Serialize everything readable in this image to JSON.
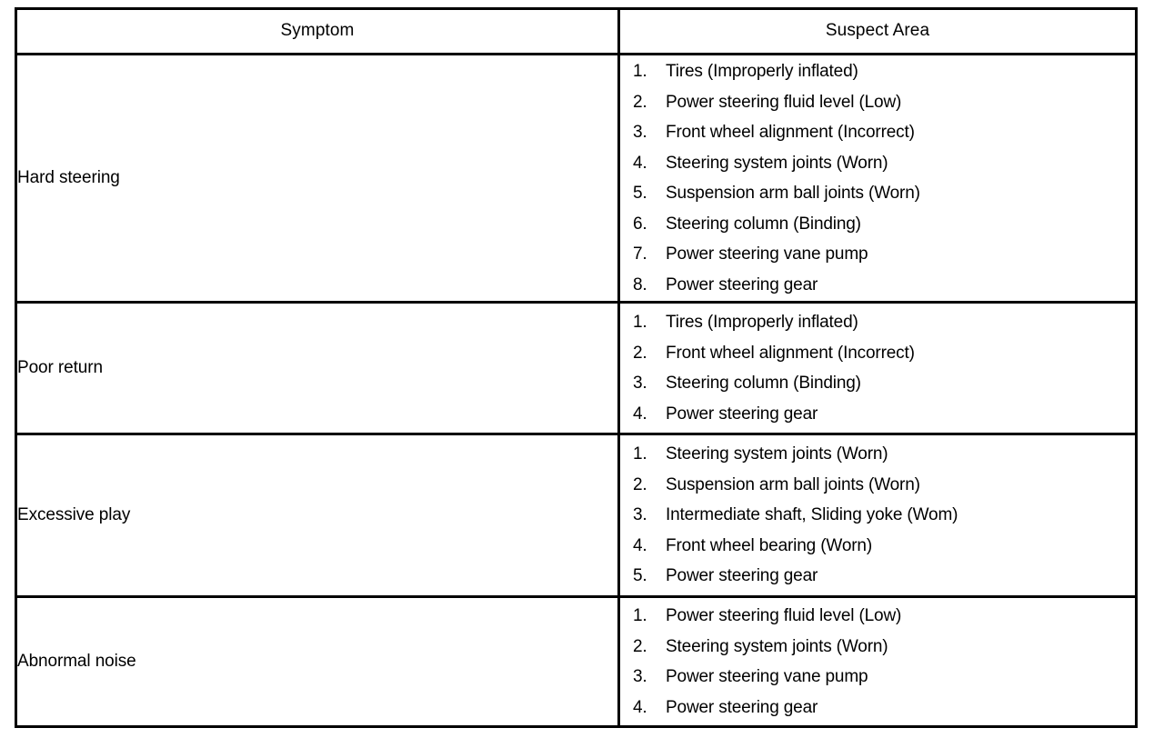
{
  "table": {
    "headers": {
      "symptom": "Symptom",
      "suspect_area": "Suspect Area"
    },
    "rows": [
      {
        "symptom": "Hard steering",
        "suspect_area": [
          {
            "num": "1.",
            "text": "Tires (Improperly inflated)"
          },
          {
            "num": "2.",
            "text": "Power steering fluid level (Low)"
          },
          {
            "num": "3.",
            "text": "Front wheel alignment (Incorrect)"
          },
          {
            "num": "4.",
            "text": "Steering system joints (Worn)"
          },
          {
            "num": "5.",
            "text": "Suspension arm ball joints (Worn)"
          },
          {
            "num": "6.",
            "text": "Steering column (Binding)"
          },
          {
            "num": "7.",
            "text": "Power steering vane pump"
          },
          {
            "num": "8.",
            "text": "Power steering gear"
          }
        ]
      },
      {
        "symptom": "Poor return",
        "suspect_area": [
          {
            "num": "1.",
            "text": "Tires (Improperly inflated)"
          },
          {
            "num": "2.",
            "text": "Front wheel alignment (Incorrect)"
          },
          {
            "num": "3.",
            "text": "Steering column (Binding)"
          },
          {
            "num": "4.",
            "text": "Power steering gear"
          }
        ]
      },
      {
        "symptom": "Excessive play",
        "suspect_area": [
          {
            "num": "1.",
            "text": "Steering system joints (Worn)"
          },
          {
            "num": "2.",
            "text": "Suspension arm ball joints (Worn)"
          },
          {
            "num": "3.",
            "text": "Intermediate shaft, Sliding yoke (Wom)"
          },
          {
            "num": "4.",
            "text": "Front wheel bearing (Worn)"
          },
          {
            "num": "5.",
            "text": "Power steering gear"
          }
        ]
      },
      {
        "symptom": "Abnormal noise",
        "suspect_area": [
          {
            "num": "1.",
            "text": "Power steering fluid level (Low)"
          },
          {
            "num": "2.",
            "text": "Steering system joints (Worn)"
          },
          {
            "num": "3.",
            "text": "Power steering vane pump"
          },
          {
            "num": "4.",
            "text": "Power steering gear"
          }
        ]
      }
    ]
  }
}
